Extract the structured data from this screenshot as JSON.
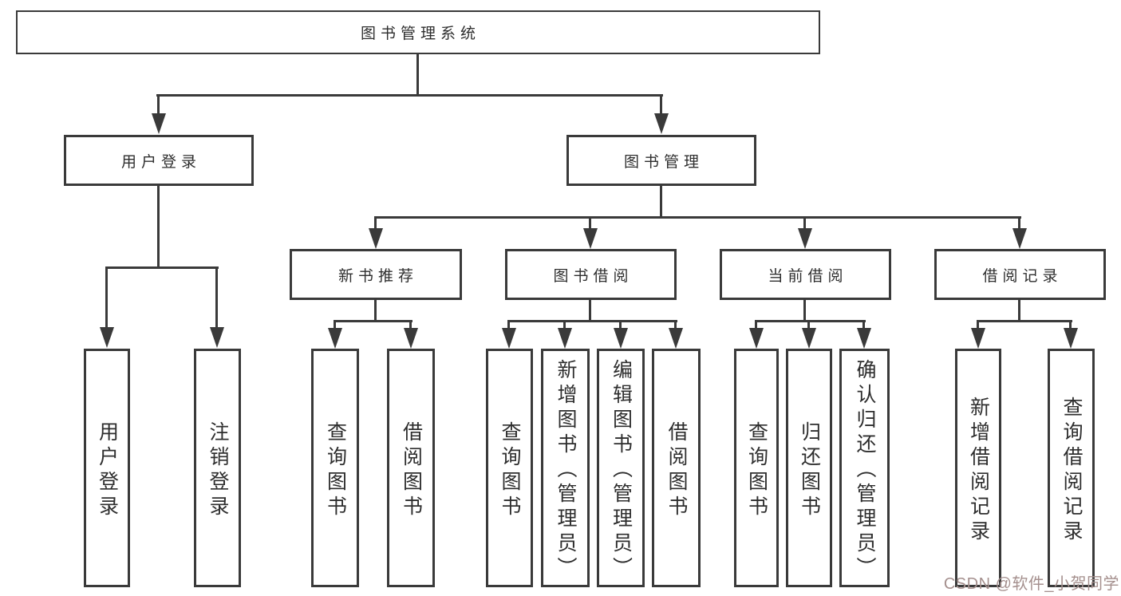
{
  "nodes": {
    "root": {
      "label": "图书管理系统"
    },
    "user_login": {
      "label": "用户登录"
    },
    "book_mgmt": {
      "label": "图书管理"
    },
    "new_book_rec": {
      "label": "新书推荐"
    },
    "book_borrow": {
      "label": "图书借阅"
    },
    "current_borrow": {
      "label": "当前借阅"
    },
    "borrow_record": {
      "label": "借阅记录"
    },
    "user_login_leaf": {
      "label": "用户登录"
    },
    "logout_leaf": {
      "label": "注销登录"
    },
    "rec_query_books": {
      "label": "查询图书"
    },
    "rec_borrow_books": {
      "label": "借阅图书"
    },
    "bb_query_books": {
      "label": "查询图书"
    },
    "bb_add_books": {
      "label": "新增图书（管理员）"
    },
    "bb_edit_books": {
      "label": "编辑图书（管理员）"
    },
    "bb_borrow_books": {
      "label": "借阅图书"
    },
    "cb_query_books": {
      "label": "查询图书"
    },
    "cb_return_books": {
      "label": "归还图书"
    },
    "cb_confirm_return": {
      "label": "确认归还（管理员）"
    },
    "br_add_record": {
      "label": "新增借阅记录"
    },
    "br_query_record": {
      "label": "查询借阅记录"
    }
  },
  "edges": [
    {
      "from": "root",
      "to": [
        "user_login",
        "book_mgmt"
      ]
    },
    {
      "from": "user_login",
      "to": [
        "user_login_leaf",
        "logout_leaf"
      ]
    },
    {
      "from": "book_mgmt",
      "to": [
        "new_book_rec",
        "book_borrow",
        "current_borrow",
        "borrow_record"
      ]
    },
    {
      "from": "new_book_rec",
      "to": [
        "rec_query_books",
        "rec_borrow_books"
      ]
    },
    {
      "from": "book_borrow",
      "to": [
        "bb_query_books",
        "bb_add_books",
        "bb_edit_books",
        "bb_borrow_books"
      ]
    },
    {
      "from": "current_borrow",
      "to": [
        "cb_query_books",
        "cb_return_books",
        "cb_confirm_return"
      ]
    },
    {
      "from": "borrow_record",
      "to": [
        "br_add_record",
        "br_query_record"
      ]
    }
  ],
  "watermark": {
    "text": "CSDN @软件_小贺同学",
    "color": "#a5908e"
  },
  "colors": {
    "line": "#3a3a3a",
    "text": "#2e2e2e",
    "background": "#ffffff",
    "box_background": "#ffffff"
  }
}
